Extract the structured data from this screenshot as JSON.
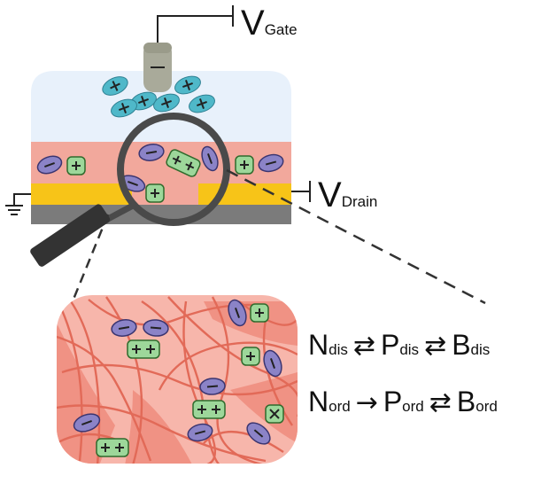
{
  "labels": {
    "gate_main": "V",
    "gate_sub": "Gate",
    "drain_main": "V",
    "drain_sub": "Drain"
  },
  "equations": {
    "row1": {
      "a": "N",
      "a_sub": "dis",
      "arrow1": "⇄",
      "b": "P",
      "b_sub": "dis",
      "arrow2": "⇄",
      "c": "B",
      "c_sub": "dis"
    },
    "row2": {
      "a": "N",
      "a_sub": "ord",
      "arrow1": "→",
      "b": "P",
      "b_sub": "ord",
      "arrow2": "⇄",
      "c": "B",
      "c_sub": "ord"
    }
  },
  "colors": {
    "electrolyte": "#e8f1fb",
    "polymer_layer": "#f2a89c",
    "electrode": "#f7c418",
    "substrate": "#7b7b7b",
    "cation": "#4fb8c9",
    "anion": "#8b83c7",
    "polaron": "#9dd79a",
    "gate_electrode": "#a9aa9a",
    "fiber": "#e26a58",
    "inset_bg": "#f7b6ab"
  },
  "icons": [
    "magnifier-icon",
    "ground-icon",
    "cation-icon",
    "anion-icon",
    "polaron-icon",
    "bipolaron-icon"
  ]
}
